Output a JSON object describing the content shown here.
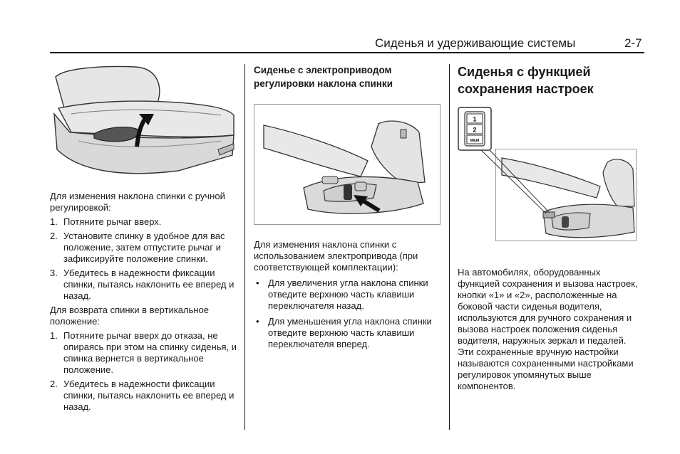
{
  "header": {
    "title": "Сиденья и удерживающие системы",
    "page": "2-7"
  },
  "col1": {
    "intro": "Для изменения наклона спинки с ручной регулировкой:",
    "steps": [
      {
        "n": "1.",
        "text": "Потяните рычаг вверх."
      },
      {
        "n": "2.",
        "text": "Установите спинку в удобное для вас положение, затем отпустите рычаг и зафиксируйте положение спинки."
      },
      {
        "n": "3.",
        "text": "Убедитесь в надежности фиксации спинки, пытаясь наклонить ее вперед и назад."
      }
    ],
    "intro2": "Для возврата спинки в вертикальное положение:",
    "steps2": [
      {
        "n": "1.",
        "text": "Потяните рычаг вверх до отказа, не опираясь при этом на спинку сиденья, и спинка вернется в вертикальное положение."
      },
      {
        "n": "2.",
        "text": "Убедитесь в надежности фиксации спинки, пытаясь наклонить ее вперед и назад."
      }
    ]
  },
  "col2": {
    "heading": "Сиденье с электроприводом регулировки наклона спинки",
    "intro": "Для изменения наклона спинки с использованием электропривода (при соответствующей комплектации):",
    "bullets": [
      "Для увеличения угла наклона спинки отведите верхнюю часть клавиши переключателя назад.",
      "Для уменьшения угла наклона спинки отведите верхнюю часть клавиши переключателя вперед."
    ]
  },
  "col3": {
    "heading": "Сиденья с функцией сохранения настроек",
    "memory_panel": {
      "button1": "1",
      "button2": "2",
      "button3": "MEM"
    },
    "body": "На автомобилях, оборудованных функцией сохранения и вызова настроек, кнопки «1» и «2», расположенные на боковой части сиденья водителя, используются для ручного сохранения и вызова настроек положения сиденья водителя, наружных зеркал и педалей. Эти сохраненные вручную настройки называются сохраненными настройками регулировок упомянутых выше компонентов."
  },
  "bullet_char": "•",
  "colors": {
    "text": "#1a1a1a",
    "illustration_fill": "#e6e6e6",
    "illustration_line": "#333333"
  }
}
